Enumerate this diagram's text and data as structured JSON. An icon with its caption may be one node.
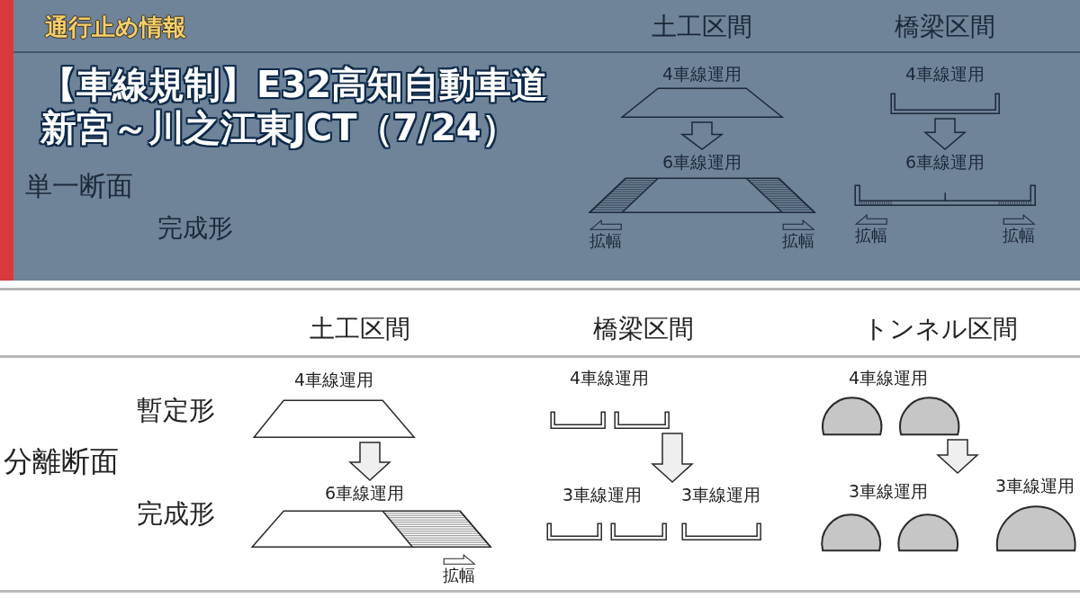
{
  "diagram": {
    "title": "【車線規制】E32高知自動車道新宮～川之江東JCT（7/24）",
    "nodes": [
      {
        "text": [
          "4車線運用"
        ]
      },
      {
        "text": [
          "4車線運用"
        ]
      },
      {
        "text": [
          "6車線運用"
        ],
        "beside": [
          "拡幅",
          "拡幅"
        ]
      },
      {
        "text": [
          "6車線運用"
        ],
        "beside": [
          "拡幅",
          "拡幅"
        ]
      },
      {
        "text": [
          "4車線運用"
        ]
      },
      {
        "text": [
          "4車線運用"
        ]
      },
      {
        "text": [
          "4車線運用"
        ]
      },
      {
        "text": [
          "6車線運用"
        ],
        "beside": [
          "拡幅"
        ]
      },
      {
        "text": [
          "3車線運用",
          "3車線運用"
        ]
      },
      {
        "text": [
          "3車線運用",
          "3車線運用"
        ]
      }
    ],
    "edges": [
      {
        "from": 0,
        "to": 2,
        "arrow": "to"
      },
      {
        "from": 1,
        "to": 3,
        "arrow": "to"
      },
      {
        "from": 4,
        "to": 7,
        "arrow": "to"
      },
      {
        "from": 5,
        "to": 8,
        "arrow": "to"
      },
      {
        "from": 6,
        "to": 9,
        "arrow": "to"
      }
    ],
    "labels": [
      "通行止め情報",
      "土工区間",
      "橋梁区間",
      "単一断面",
      "完成形",
      "土工区間",
      "橋梁区間",
      "トンネル区間",
      "暫定形",
      "分離断面",
      "完成形"
    ]
  }
}
